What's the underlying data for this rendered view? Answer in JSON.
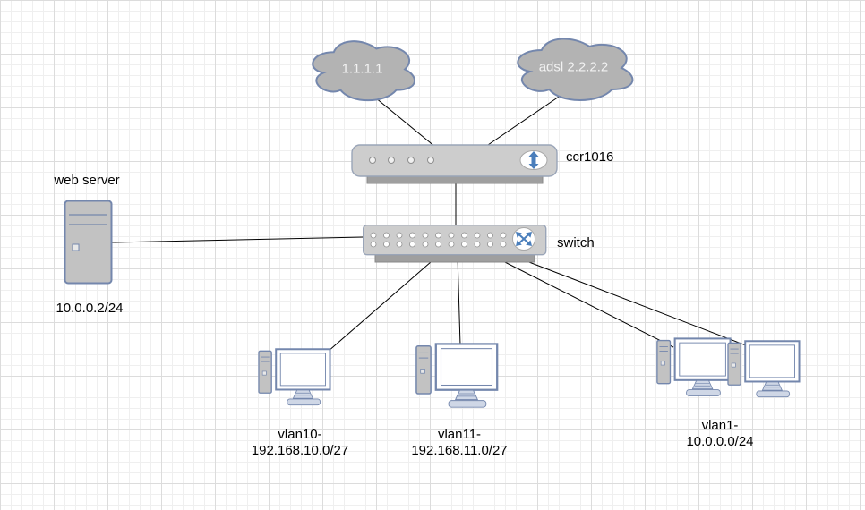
{
  "diagram_type": "network-topology",
  "nodes": {
    "wan_cloud": {
      "label": "1.1.1.1"
    },
    "adsl_cloud": {
      "label": "adsl 2.2.2.2"
    },
    "router": {
      "label": "ccr1016"
    },
    "switch": {
      "label": "switch"
    },
    "web_server": {
      "label": "web server",
      "address": "10.0.0.2/24"
    },
    "vlan10": {
      "label": "vlan10-",
      "subnet": "192.168.10.0/27"
    },
    "vlan11": {
      "label": "vlan11-",
      "subnet": "192.168.11.0/27"
    },
    "vlan1": {
      "label": "vlan1-",
      "subnet": "10.0.0.0/24"
    }
  },
  "edges": [
    {
      "from": "wan_cloud",
      "to": "router"
    },
    {
      "from": "adsl_cloud",
      "to": "router"
    },
    {
      "from": "router",
      "to": "switch"
    },
    {
      "from": "web_server",
      "to": "switch"
    },
    {
      "from": "switch",
      "to": "vlan10"
    },
    {
      "from": "switch",
      "to": "vlan11"
    },
    {
      "from": "switch",
      "to": "vlan1_pc_left"
    },
    {
      "from": "switch",
      "to": "vlan1_pc_right"
    }
  ],
  "colors": {
    "shape_fill": "#c6c6c6",
    "cloud_fill": "#b3b3b3",
    "shape_stroke": "#7487ad",
    "device_stroke": "#9aa5b8",
    "badge_fill": "#ffffff",
    "arrow_blue": "#4a7ebb",
    "connector": "#000000",
    "cloud_text": "#f2f2f2",
    "label_text": "#000000"
  }
}
